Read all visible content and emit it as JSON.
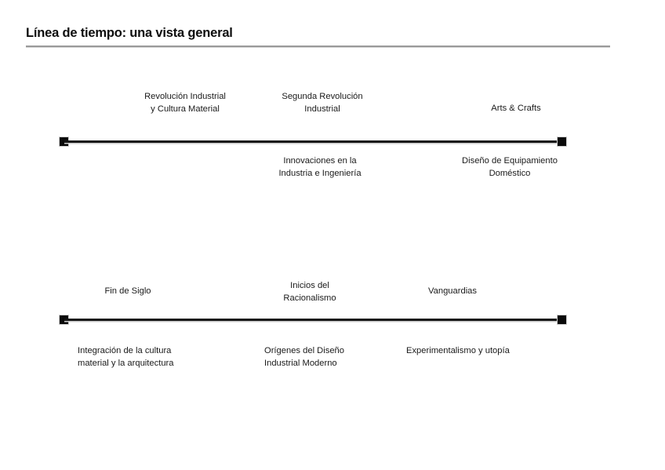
{
  "slide": {
    "title": "Línea de tiempo: una vista general",
    "background_color": "#ffffff",
    "text_color": "#1a1a1a",
    "rule_color": "#9a9a9a",
    "marker_color": "#0a0a0a"
  },
  "timelines": [
    {
      "name": "timeline-primera-mitad",
      "labels_above": [
        {
          "text": "Revolución Industrial\ny Cultura Material",
          "align": "center"
        },
        {
          "text": "Segunda Revolución\nIndustrial",
          "align": "center"
        },
        {
          "text": "Arts & Crafts",
          "align": "center"
        }
      ],
      "labels_below": [
        {
          "text": "Innovaciones en la\nIndustria e Ingeniería",
          "align": "center"
        },
        {
          "text": "Diseño de Equipamiento\nDoméstico",
          "align": "center"
        }
      ]
    },
    {
      "name": "timeline-segunda-mitad",
      "labels_above": [
        {
          "text": "Fin de Siglo",
          "align": "center"
        },
        {
          "text": "Inicios del\nRacionalismo",
          "align": "center"
        },
        {
          "text": "Vanguardias",
          "align": "center"
        }
      ],
      "labels_below": [
        {
          "text": "Integración de la cultura\nmaterial y la arquitectura",
          "align": "left"
        },
        {
          "text": "Orígenes del Diseño\nIndustrial Moderno",
          "align": "left"
        },
        {
          "text": "Experimentalismo y utopía",
          "align": "left"
        }
      ]
    }
  ]
}
